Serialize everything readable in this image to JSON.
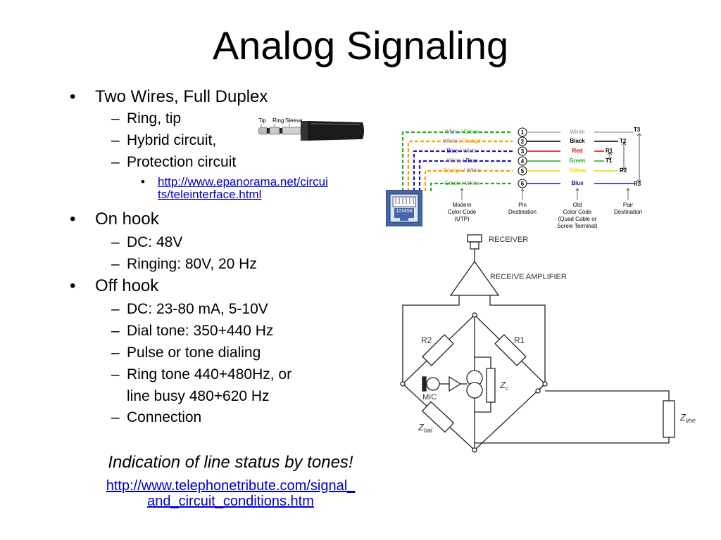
{
  "title": "Analog Signaling",
  "bullets": {
    "b1": "Two Wires, Full Duplex",
    "b1_1": "Ring, tip",
    "b1_2": "Hybrid circuit,",
    "b1_3": "Protection circuit",
    "b1_link_line1": "http://www.epanorama.net/circui",
    "b1_link_line2": "ts/teleinterface.html",
    "b2": "On hook",
    "b2_1": "DC: 48V",
    "b2_2": "Ringing: 80V, 20 Hz",
    "b3": "Off hook",
    "b3_1": "DC: 23-80 mA, 5-10V",
    "b3_2": "Dial tone: 350+440 Hz",
    "b3_3": "Pulse or tone dialing",
    "b3_4_line1": "Ring tone 440+480Hz, or",
    "b3_4_line2": "line busy 480+620 Hz",
    "b3_5": "Connection"
  },
  "indication": "Indication of line status by tones!",
  "link2_line1": "http://www.telephonetribute.com/signal_",
  "link2_line2": "and_circuit_conditions.htm",
  "plug_labels": {
    "tip": "Tip",
    "ring": "Ring",
    "sleeve": "Sleeve"
  },
  "rj_pins": "123456",
  "wiring": {
    "rows": [
      {
        "modern": "White / Green",
        "pin": "1",
        "old": "White",
        "pair": "T3"
      },
      {
        "modern": "White / Orange",
        "pin": "2",
        "old": "Black",
        "pair": "T2"
      },
      {
        "modern": "Blue / White",
        "pin": "3",
        "old": "Red",
        "pair": "R1"
      },
      {
        "modern": "White / Blue",
        "pin": "4",
        "old": "Green",
        "pair": "T1"
      },
      {
        "modern": "Orange / White",
        "pin": "5",
        "old": "Yellow",
        "pair": "R2"
      },
      {
        "modern": "Green / White",
        "pin": "6",
        "old": "Blue",
        "pair": "R3"
      }
    ],
    "captions": {
      "modern_1": "Modern",
      "modern_2": "Color Code",
      "modern_3": "(UTP)",
      "pin_1": "Pin",
      "pin_2": "Destination",
      "old_1": "Old",
      "old_2": "Color Code",
      "old_3": "(Quad Cable or",
      "old_4": "Screw Terminal)",
      "pair_1": "Pair",
      "pair_2": "Destination"
    }
  },
  "hybrid": {
    "receiver": "RECEIVER",
    "amplifier": "RECEIVE AMPLIFIER",
    "r1": "R1",
    "r2": "R2",
    "mic": "MIC",
    "zc": "Z",
    "zc_sub": "c",
    "zbal": "Z",
    "zbal_sub": "bal",
    "zline": "Z",
    "zline_sub": "line"
  },
  "colors": {
    "link": "#0000cc",
    "wire_green": "#22aa22",
    "wire_orange": "#ff9900",
    "wire_blue": "#1a1aaa",
    "wire_red": "#dd0000",
    "wire_yellow": "#e6d800",
    "rj_badge": "#4466aa"
  }
}
